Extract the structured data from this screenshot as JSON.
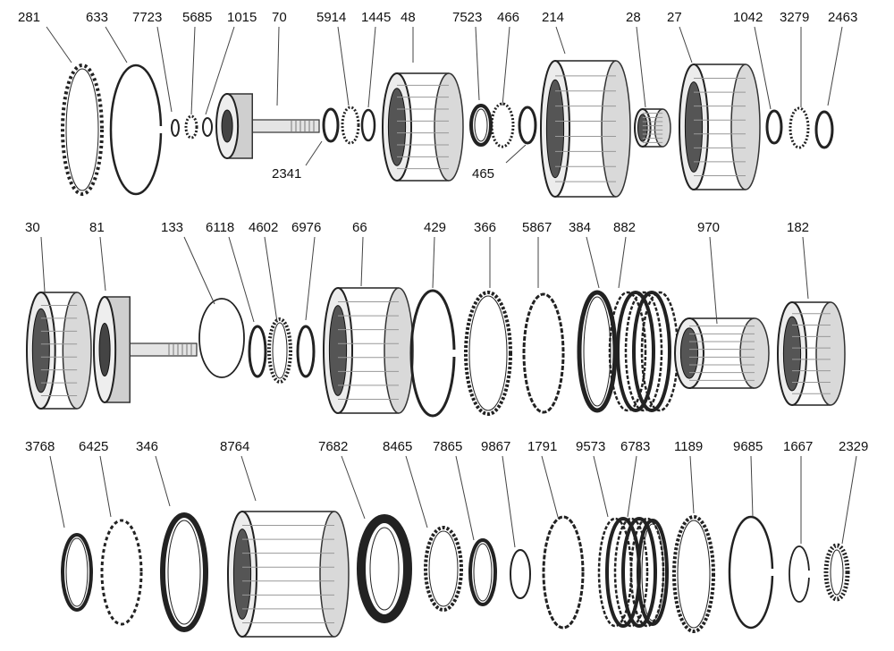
{
  "title": "",
  "rows": [
    {
      "parts": [
        {
          "label": "281"
        },
        {
          "label": "633"
        },
        {
          "label": "7723"
        },
        {
          "label": "5685"
        },
        {
          "label": "1015"
        },
        {
          "label": "70"
        },
        {
          "label": "2341"
        },
        {
          "label": "5914"
        },
        {
          "label": "1445"
        },
        {
          "label": "48"
        },
        {
          "label": "7523"
        },
        {
          "label": "466"
        },
        {
          "label": "465"
        },
        {
          "label": "214"
        },
        {
          "label": "28"
        },
        {
          "label": "27"
        },
        {
          "label": "1042"
        },
        {
          "label": "3279"
        },
        {
          "label": "2463"
        }
      ]
    },
    {
      "parts": [
        {
          "label": "30"
        },
        {
          "label": "81"
        },
        {
          "label": "133"
        },
        {
          "label": "6118"
        },
        {
          "label": "4602"
        },
        {
          "label": "6976"
        },
        {
          "label": "66"
        },
        {
          "label": "429"
        },
        {
          "label": "366"
        },
        {
          "label": "5867"
        },
        {
          "label": "384"
        },
        {
          "label": "882"
        },
        {
          "label": "970"
        },
        {
          "label": "182"
        }
      ]
    },
    {
      "parts": [
        {
          "label": "3768"
        },
        {
          "label": "6425"
        },
        {
          "label": "346"
        },
        {
          "label": "8764"
        },
        {
          "label": "7682"
        },
        {
          "label": "8465"
        },
        {
          "label": "7865"
        },
        {
          "label": "9867"
        },
        {
          "label": "1791"
        },
        {
          "label": "9573"
        },
        {
          "label": "6783"
        },
        {
          "label": "1189"
        },
        {
          "label": "9685"
        },
        {
          "label": "1667"
        },
        {
          "label": "2329"
        }
      ]
    }
  ]
}
